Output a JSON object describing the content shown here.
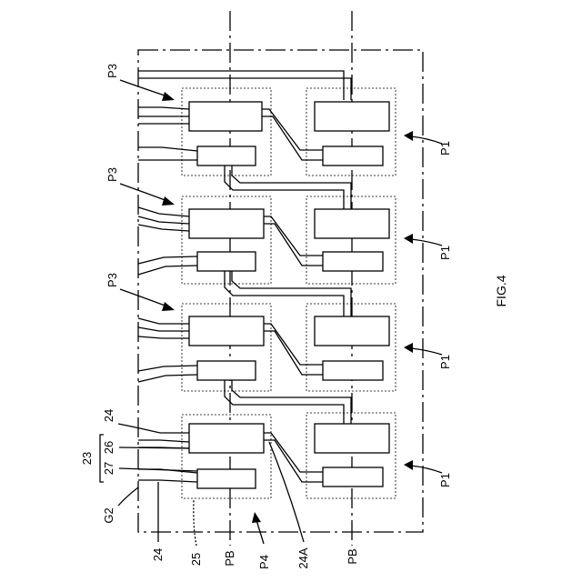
{
  "figure": {
    "caption": "FIG.4",
    "labels": {
      "p1": "P1",
      "p3": "P3",
      "p4": "P4",
      "pb": "PB",
      "g2": "G2",
      "ref_23": "23",
      "ref_24": "24",
      "ref_24a": "24A",
      "ref_25": "25",
      "ref_26": "26",
      "ref_27": "27"
    }
  }
}
